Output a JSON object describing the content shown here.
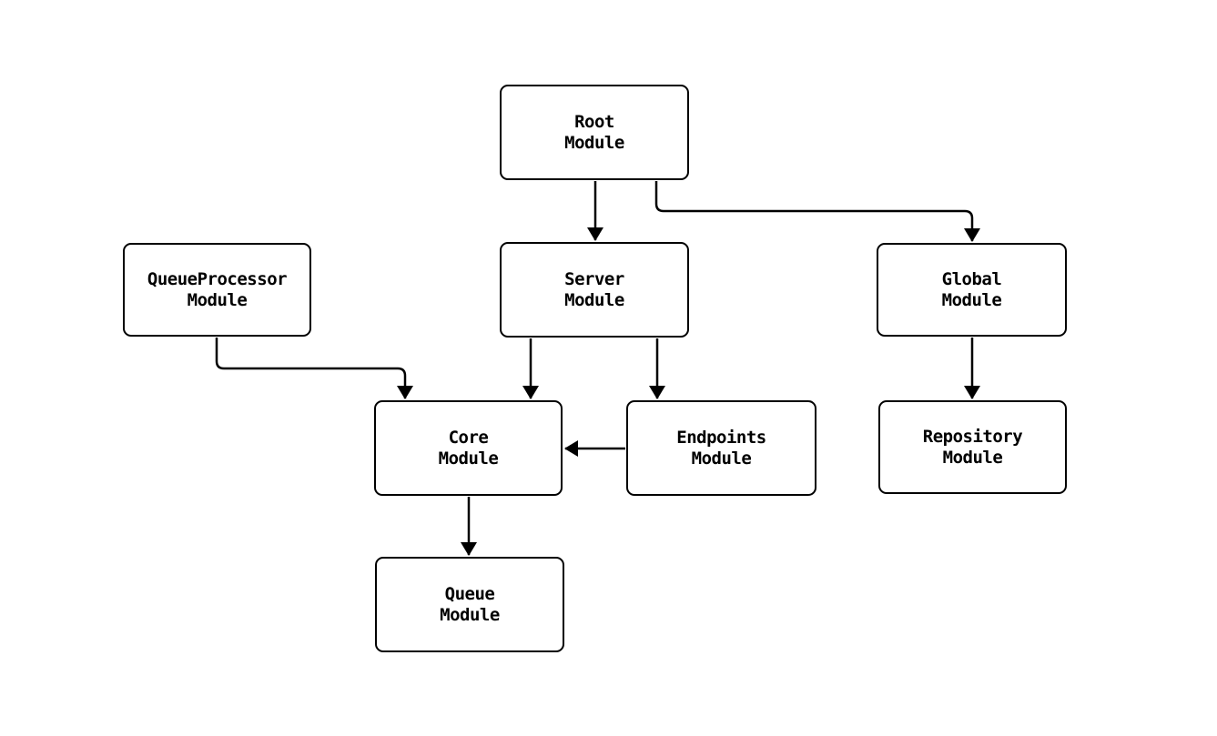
{
  "diagram": {
    "type": "module-dependency-flowchart",
    "background_color": "#ffffff",
    "stroke_color": "#000000",
    "node_fill_color": "#ffffff",
    "node_text_color": "#000000",
    "nodes": {
      "root": {
        "label": "Root\nModule"
      },
      "queueprocessor": {
        "label": "QueueProcessor\nModule"
      },
      "server": {
        "label": "Server\nModule"
      },
      "global": {
        "label": "Global\nModule"
      },
      "core": {
        "label": "Core\nModule"
      },
      "endpoints": {
        "label": "Endpoints\nModule"
      },
      "repository": {
        "label": "Repository\nModule"
      },
      "queue": {
        "label": "Queue\nModule"
      }
    },
    "edges": [
      {
        "from": "Root Module",
        "to": "Server Module"
      },
      {
        "from": "Root Module",
        "to": "Global Module"
      },
      {
        "from": "QueueProcessor Module",
        "to": "Core Module"
      },
      {
        "from": "Server Module",
        "to": "Core Module"
      },
      {
        "from": "Server Module",
        "to": "Endpoints Module"
      },
      {
        "from": "Endpoints Module",
        "to": "Core Module"
      },
      {
        "from": "Global Module",
        "to": "Repository Module"
      },
      {
        "from": "Core Module",
        "to": "Queue Module"
      }
    ]
  }
}
